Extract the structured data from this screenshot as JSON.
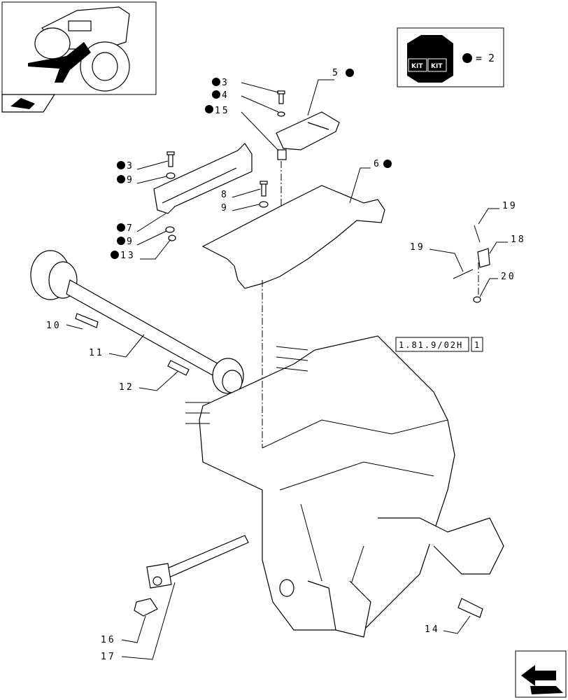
{
  "kit_box": {
    "label_left": "KIT",
    "label_right": "KIT",
    "equals": "= 2"
  },
  "reference_box": {
    "code": "1.81.9/02H",
    "page": "1"
  },
  "callouts": {
    "c3a": "3",
    "c4": "4",
    "c15": "15",
    "c5": "5",
    "c3b": "3",
    "c9a": "9",
    "c8": "8",
    "c9b": "9",
    "c6": "6",
    "c7": "7",
    "c9c": "9",
    "c13": "13",
    "c19a": "19",
    "c18": "18",
    "c19b": "19",
    "c20": "20",
    "c10": "10",
    "c11": "11",
    "c12": "12",
    "c14": "14",
    "c16": "16",
    "c17": "17"
  },
  "icons": {
    "thumbnail": "tractor-thumbnail",
    "kit_marker": "kit-bullet",
    "nav_prev": "prev-page-arrow-icon",
    "nav_next": "next-page-arrow-icon"
  },
  "colors": {
    "ink": "#000000",
    "paper": "#ffffff"
  }
}
